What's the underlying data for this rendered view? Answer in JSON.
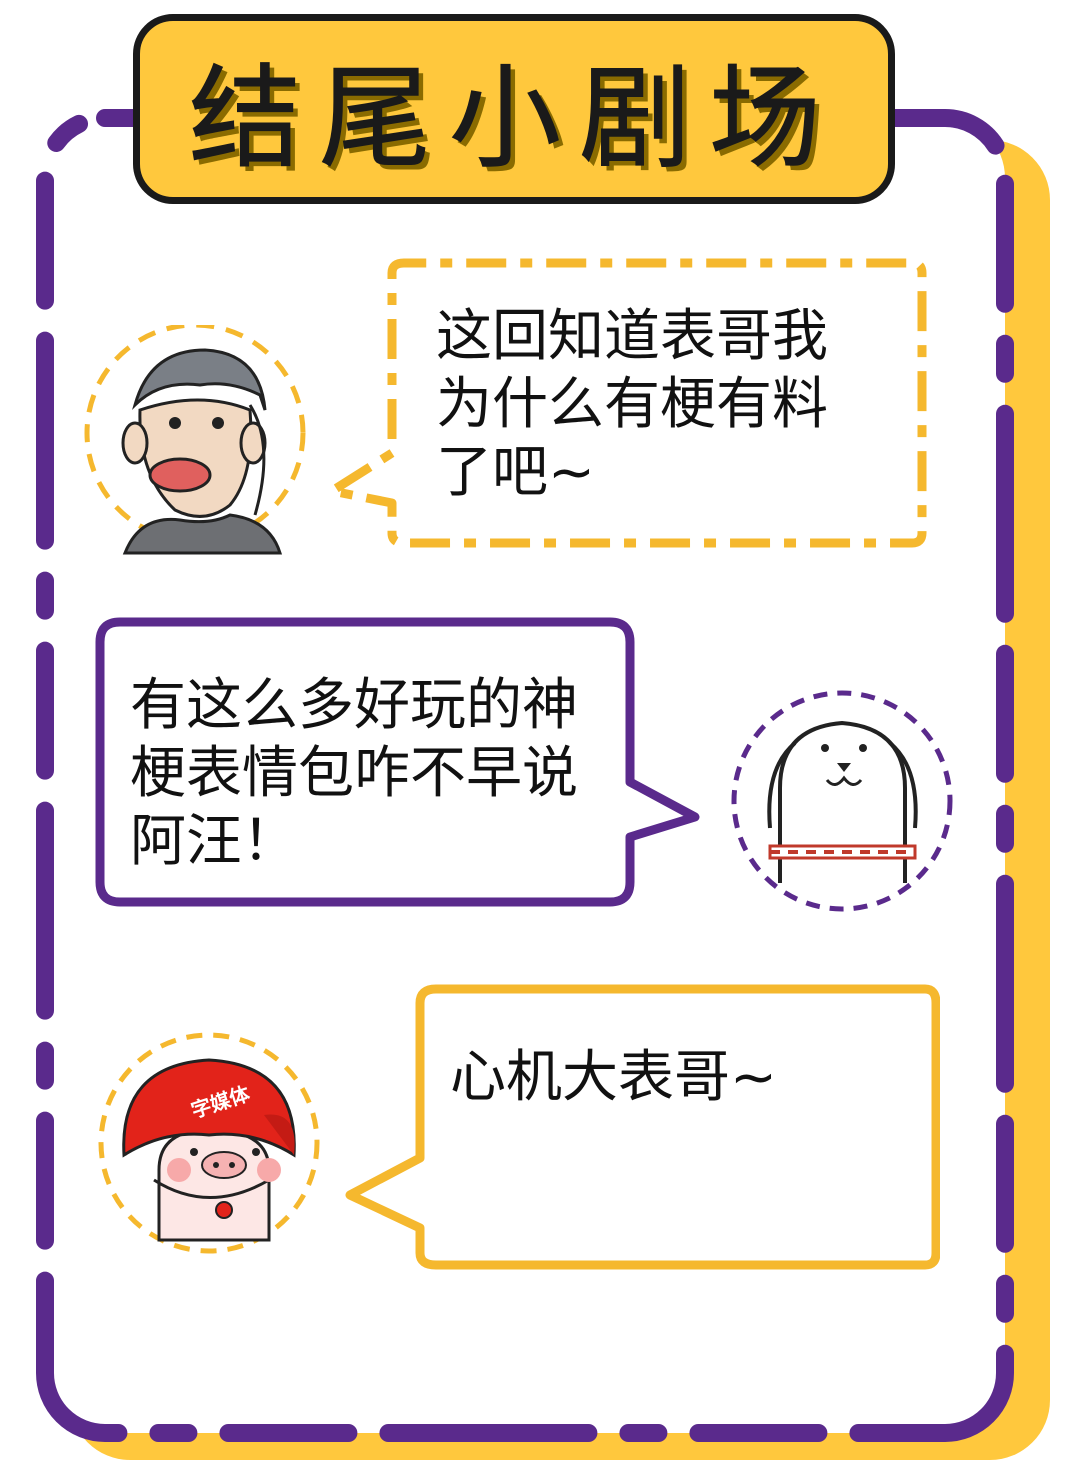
{
  "title": "结尾小剧场",
  "dialogue": [
    {
      "speaker_icon": "man-headscarf-avatar",
      "text": "这回知道表哥我\n为什么有梗有料\n了吧~"
    },
    {
      "speaker_icon": "dog-avatar",
      "text": "有这么多好玩的神\n梗表情包咋不早说\n阿汪！"
    },
    {
      "speaker_icon": "pig-helmet-avatar",
      "text": "心机大表哥~",
      "helmet_label": "字媒体"
    }
  ],
  "colors": {
    "purple": "#5A2A8C",
    "yellow": "#FFC83D",
    "ink": "#1a1a1a"
  }
}
